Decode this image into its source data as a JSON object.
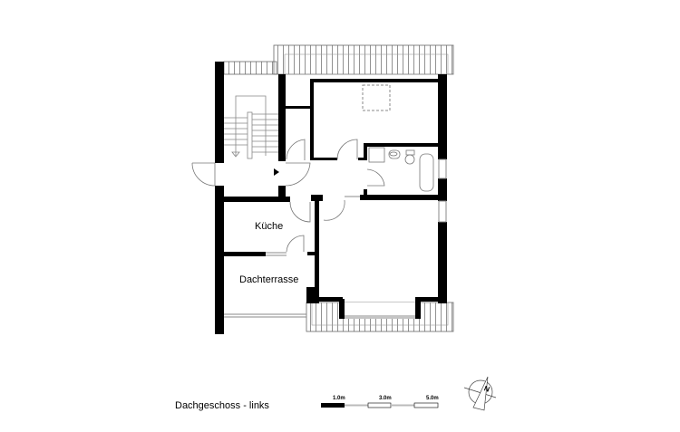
{
  "plan": {
    "title": "Dachgeschoss - links",
    "rooms": [
      {
        "label": "Küche"
      },
      {
        "label": "Dachterrasse"
      }
    ]
  },
  "scale_bar": {
    "labels": [
      "1.0m",
      "3.0m",
      "5.0m"
    ]
  },
  "north_arrow": {
    "label": "N",
    "icon": "north-arrow-icon"
  },
  "colors": {
    "wall": "#000000",
    "line": "#808080",
    "background": "#ffffff"
  }
}
